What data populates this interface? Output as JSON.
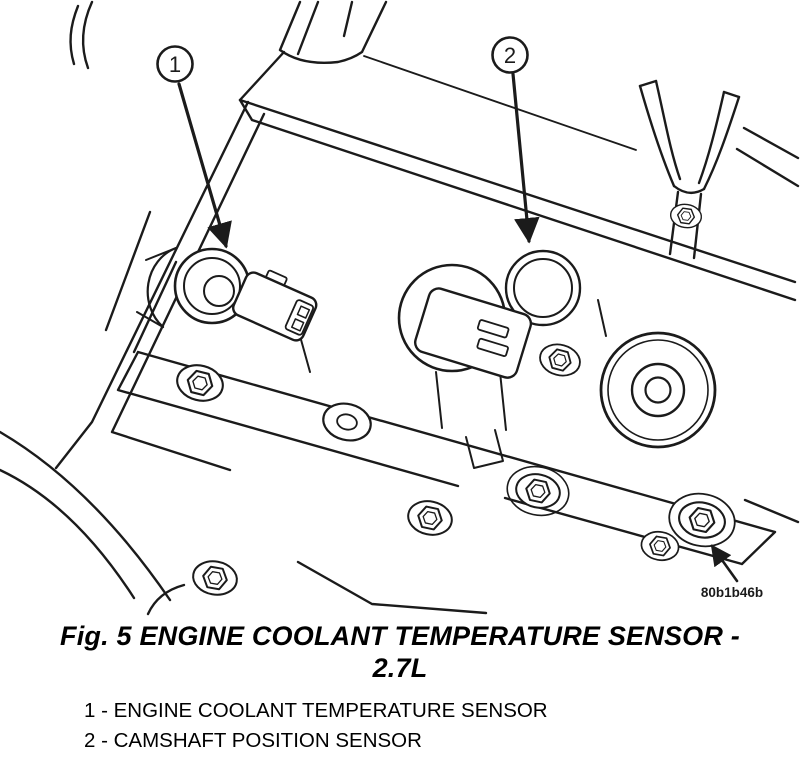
{
  "colors": {
    "ink": "#1b1b1b",
    "background": "#ffffff"
  },
  "figure": {
    "callouts": [
      {
        "number": "1"
      },
      {
        "number": "2"
      }
    ],
    "part_code": "80b1b46b",
    "caption": {
      "line1": "Fig. 5 ENGINE COOLANT TEMPERATURE SENSOR -",
      "line2": "2.7L"
    },
    "legend": [
      {
        "text": "1 - ENGINE COOLANT TEMPERATURE SENSOR"
      },
      {
        "text": "2 - CAMSHAFT POSITION SENSOR"
      }
    ]
  }
}
